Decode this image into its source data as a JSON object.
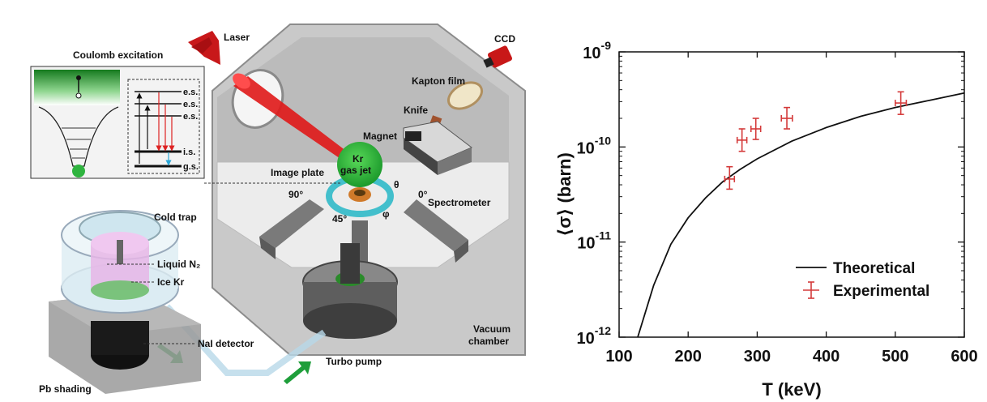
{
  "diagram": {
    "labels": {
      "coulomb": "Coulomb excitation",
      "laser": "Laser",
      "ccd": "CCD",
      "kapton": "Kapton film",
      "knife": "Knife",
      "magnet": "Magnet",
      "kr1": "Kr",
      "kr2": "gas jet",
      "image_plate": "Image plate",
      "theta": "θ",
      "deg90": "90°",
      "deg0": "0°",
      "spectrometer": "Spectrometer",
      "deg45": "45°",
      "phi": "φ",
      "cold_trap": "Cold trap",
      "liquid_n2": "Liquid N₂",
      "ice_kr": "Ice Kr",
      "nai": "NaI detector",
      "turbo": "Turbo pump",
      "vacuum1": "Vacuum",
      "vacuum2": "chamber",
      "pb": "Pb shading"
    },
    "levels": [
      "e.s.",
      "e.s.",
      "e.s.",
      "i.s.",
      "g.s."
    ]
  },
  "chart_data": {
    "type": "scatter",
    "xlabel": "T (keV)",
    "ylabel": "⟨σ⟩ (barn)",
    "xlim": [
      100,
      600
    ],
    "ylim": [
      1e-12,
      1e-09
    ],
    "y_scale": "log",
    "x_ticks": [
      "100",
      "200",
      "300",
      "400",
      "500",
      "600"
    ],
    "y_ticks": [
      {
        "value": 1e-09,
        "base": "10",
        "exp": "-9"
      },
      {
        "value": 1e-10,
        "base": "10",
        "exp": "-10"
      },
      {
        "value": 1e-11,
        "base": "10",
        "exp": "-11"
      },
      {
        "value": 1e-12,
        "base": "10",
        "exp": "-12"
      }
    ],
    "legend_position": "bottom-right",
    "series": [
      {
        "name": "Theoretical",
        "kind": "line",
        "color": "#111111",
        "x": [
          127,
          150,
          175,
          200,
          225,
          250,
          275,
          300,
          350,
          400,
          450,
          500,
          550,
          600
        ],
        "y": [
          1e-12,
          3.5e-12,
          9.5e-12,
          1.8e-11,
          2.9e-11,
          4.3e-11,
          5.8e-11,
          7.5e-11,
          1.15e-10,
          1.6e-10,
          2.1e-10,
          2.6e-10,
          3.1e-10,
          3.7e-10
        ]
      },
      {
        "name": "Experimental",
        "kind": "errorbar",
        "color": "#d43a3a",
        "points": [
          {
            "x": 260,
            "y": 4.6e-11,
            "xerr": 7,
            "ylo": 3.6e-11,
            "yhi": 6.2e-11
          },
          {
            "x": 278,
            "y": 1.18e-10,
            "xerr": 7,
            "ylo": 9e-11,
            "yhi": 1.55e-10
          },
          {
            "x": 298,
            "y": 1.55e-10,
            "xerr": 7,
            "ylo": 1.2e-10,
            "yhi": 2e-10
          },
          {
            "x": 343,
            "y": 2e-10,
            "xerr": 8,
            "ylo": 1.55e-10,
            "yhi": 2.6e-10
          },
          {
            "x": 508,
            "y": 2.9e-10,
            "xerr": 8,
            "ylo": 2.2e-10,
            "yhi": 3.8e-10
          }
        ]
      }
    ]
  }
}
